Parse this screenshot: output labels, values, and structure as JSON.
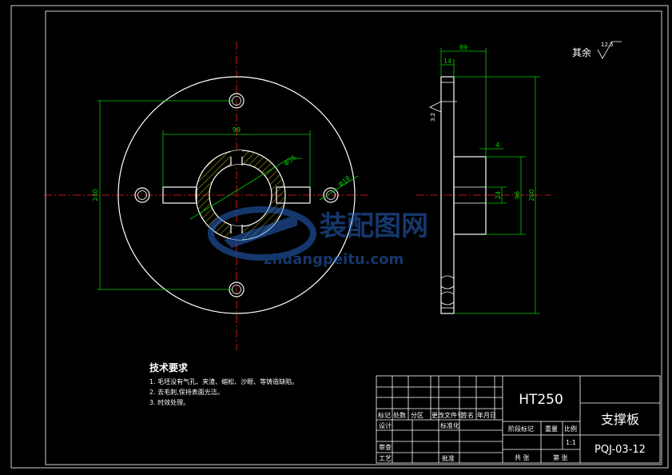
{
  "dimensions": {
    "hole_span": "99",
    "bolt_circle": "240",
    "bore_dia": "Φ55",
    "slot_note": "Φ18",
    "side_width": "89",
    "side_flange": "14",
    "side_boss": "4",
    "side_slot": "24",
    "side_boss_height": "96",
    "side_total": "200",
    "roughness_value": "3.2"
  },
  "roughness_note": {
    "label": "其余",
    "value": "12.5"
  },
  "watermark": {
    "cn": "装配图网",
    "en": "zhuangpeitu.com"
  },
  "tech_requirements": {
    "title": "技术要求",
    "items": [
      "1. 毛坯没有气孔、夹渣、缩松、沙眼、等铸造缺陷。",
      "2. 去毛刺,保持表面光洁。",
      "3. 时效处理。"
    ]
  },
  "title_block": {
    "material": "HT250",
    "part_name": "支撑板",
    "drawing_no": "PQJ-03-12",
    "scale": "1:1",
    "headers": [
      "标记",
      "处数",
      "分区",
      "更改文件号",
      "签名",
      "年月日"
    ],
    "row_labels": {
      "design": "设计",
      "standard": "标准化",
      "review": "审查",
      "process": "工艺",
      "approve": "批准"
    },
    "stage_label": "阶段标记",
    "weight_label": "重量",
    "scale_label": "比例",
    "sheets_label": "共 张",
    "sheet_label": "第 张"
  }
}
